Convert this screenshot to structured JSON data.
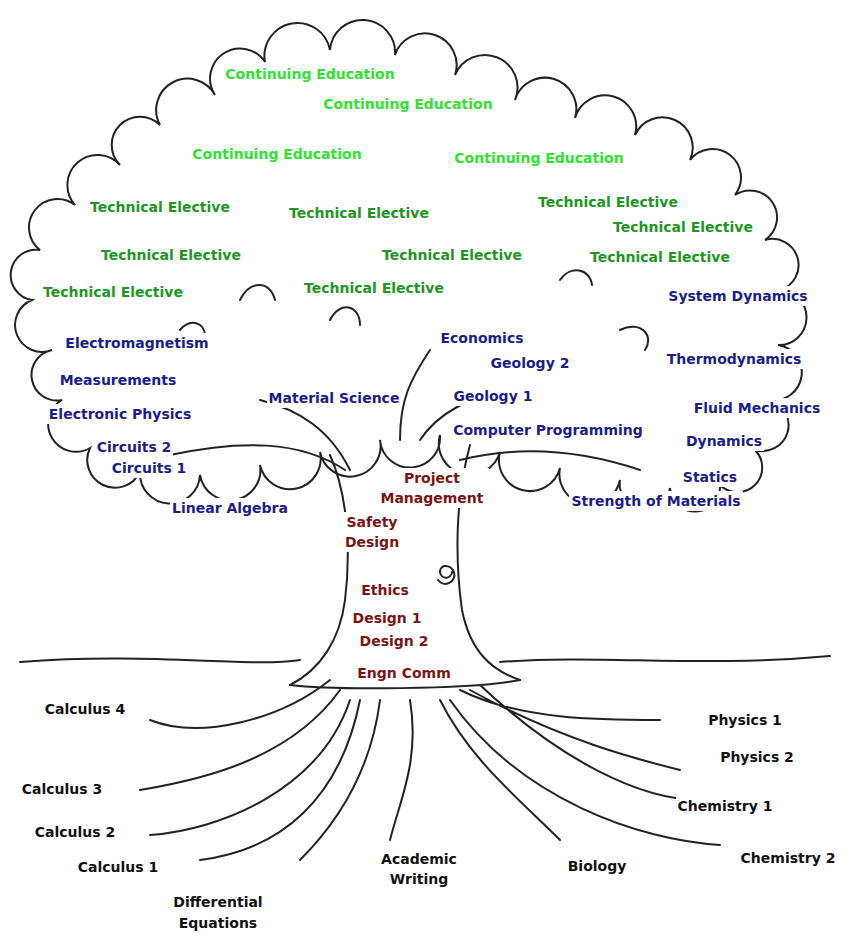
{
  "diagram": {
    "labels": [
      "Continuing Education",
      "Continuing Education",
      "Continuing Education",
      "Continuing Education",
      "Technical Elective",
      "Technical Elective",
      "Technical Elective",
      "Technical Elective",
      "Technical Elective",
      "Technical Elective",
      "Technical Elective",
      "Technical Elective",
      "Technical Elective",
      "System Dynamics",
      "Electromagnetism",
      "Economics",
      "Geology 2",
      "Thermodynamics",
      "Measurements",
      "Material Science",
      "Geology 1",
      "Fluid Mechanics",
      "Electronic Physics",
      "Computer Programming",
      "Dynamics",
      "Circuits 2",
      "Circuits 1",
      "Statics",
      "Linear Algebra",
      "Strength of Materials",
      "Project Management",
      "Safety Design",
      "Ethics",
      "Design 1",
      "Design 2",
      "Engn Comm",
      "Calculus 4",
      "Physics 1",
      "Physics 2",
      "Calculus 3",
      "Chemistry 1",
      "Calculus 2",
      "Academic Writing",
      "Biology",
      "Chemistry 2",
      "Calculus 1",
      "Differential Equations"
    ]
  }
}
